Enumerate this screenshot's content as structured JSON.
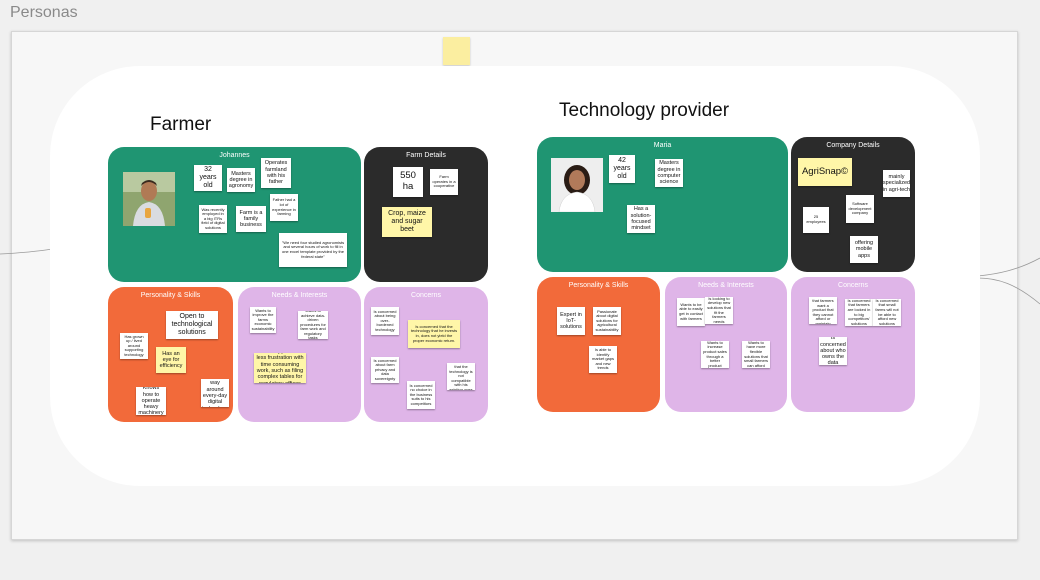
{
  "board": {
    "title": "Personas"
  },
  "farmer": {
    "title": "Farmer",
    "profile": {
      "name": "Johannes",
      "notes": [
        "32 years old",
        "Masters degree in agronomy",
        "Operates farmland with his father",
        "Was recently employed in a big ITRs field of digital solutions",
        "Farm is a family business",
        "Father had a lot of experience in farming",
        "\"We need four studied agronomists and several hours of work to fill in one excel template provided by the federal state\""
      ]
    },
    "farm_details": {
      "title": "Farm Details",
      "notes": [
        "550 ha",
        "Farm operates in a cooperative",
        "Crop, maize and sugar beet"
      ]
    },
    "personality": {
      "title": "Personality & Skills",
      "notes": [
        "Open to technological solutions",
        "Has grown up / lived around supporting technology",
        "Has an eye for efficiency",
        "Knows how to operate heavy machinery",
        "Knows his way around every-day digital technology"
      ]
    },
    "needs": {
      "title": "Needs & Interests",
      "notes": [
        "Wants to improve the farms economic sustainability",
        "Wants to achieve data-driven procedures for farm work and regulatory tasks",
        "More support and less frustration with time consuming work, such as filing complex tables for regulatory offices"
      ]
    },
    "concerns": {
      "title": "Concerns",
      "notes": [
        "Is concerned about being over-burdened technology",
        "Is concerned that the technology that he invests in, does not yield the proper economic return.",
        "Is concerned about farm privacy and data sovereignty",
        "Is concerned that the technology is not compatible with his existing ones",
        "Is concerned no choice in the business suits to his competitors"
      ]
    }
  },
  "tech": {
    "title": "Technology provider",
    "profile": {
      "name": "Maria",
      "notes": [
        "42 years old",
        "Masters degree in computer science",
        "Has a solution-focused mindset"
      ]
    },
    "company": {
      "title": "Company Details",
      "notes": [
        "AgriSnap©",
        "mainly specialized in agri-tech",
        "25 employees",
        "Software development company",
        "offering mobile apps"
      ]
    },
    "personality": {
      "title": "Personality & Skills",
      "notes": [
        "Expert in IoT-solutions",
        "Passionate about digital solutions for agricultural sustainability",
        "Is able to identify market gaps and new trends"
      ]
    },
    "needs": {
      "title": "Needs & Interests",
      "notes": [
        "Wants to be able to easily get in contact with farmers",
        "Is looking to develop new solutions that fit the farmers needs",
        "Wants to increase product sales through a better product",
        "Wants to have more flexible solutions that small farmers can afford"
      ]
    },
    "concerns": {
      "title": "Concerns",
      "notes": [
        "Is concerned that farmers want a product that they cannot afford or maintain",
        "Is concerned that farmers are locked in to big competitors' solutions",
        "Is concerned that small farms will not be able to afford new solutions",
        "Is concerned about who owns the data"
      ]
    }
  },
  "colors": {
    "green": "#1f9572",
    "dark": "#2b2b2b",
    "orange": "#f26a3a",
    "lilac": "#dfb5e8",
    "sticky_yellow": "#fff6a8"
  }
}
